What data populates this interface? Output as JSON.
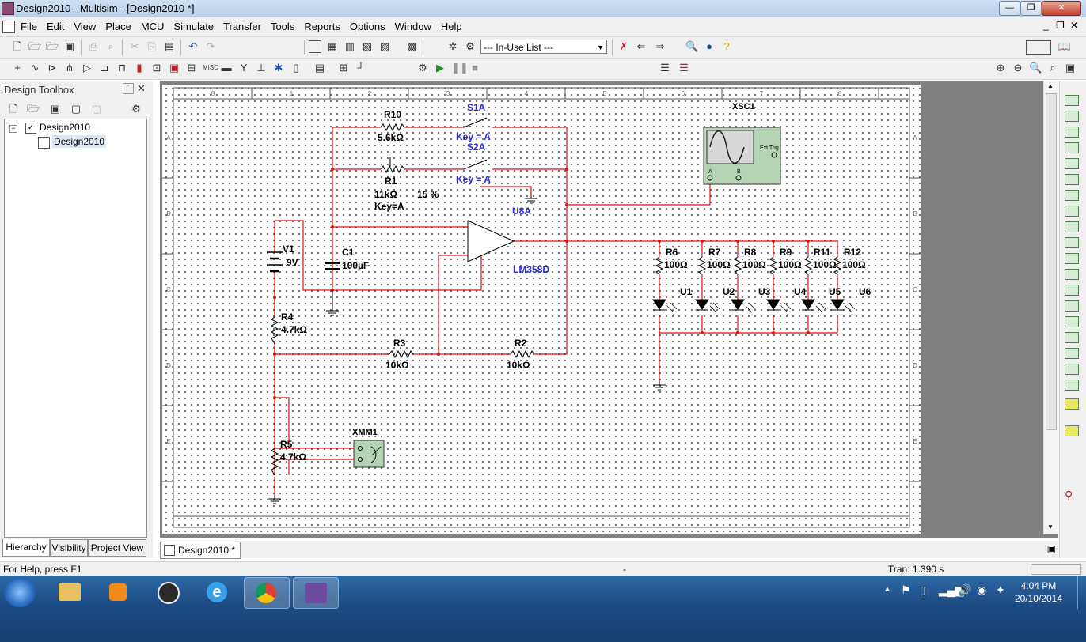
{
  "window": {
    "title": "Design2010 - Multisim - [Design2010 *]"
  },
  "menu": [
    "File",
    "Edit",
    "View",
    "Place",
    "MCU",
    "Simulate",
    "Transfer",
    "Tools",
    "Reports",
    "Options",
    "Window",
    "Help"
  ],
  "toolbar": {
    "inuse_list": "--- In-Use List ---"
  },
  "toolbox": {
    "title": "Design Toolbox",
    "tree_root": "Design2010",
    "tree_child": "Design2010",
    "tabs": [
      "Hierarchy",
      "Visibility",
      "Project View"
    ]
  },
  "schematic": {
    "ruler_top": [
      "0",
      "1",
      "2",
      "3",
      "4",
      "5",
      "6",
      "7",
      "8"
    ],
    "ruler_side": [
      "A",
      "B",
      "C",
      "D",
      "E"
    ],
    "r10": {
      "ref": "R10",
      "value": "5.6kΩ"
    },
    "s1": {
      "ref": "S1A",
      "key": "Key = A"
    },
    "s2": {
      "ref": "S2A",
      "key": "Key = A"
    },
    "r1": {
      "ref": "R1",
      "value": "11kΩ",
      "percent": "15 %",
      "key": "Key=A"
    },
    "u8": {
      "ref": "U8A",
      "part": "LM358D"
    },
    "v1": {
      "ref": "V1",
      "value": "9V"
    },
    "c1": {
      "ref": "C1",
      "value": "100µF"
    },
    "r4": {
      "ref": "R4",
      "value": "4.7kΩ"
    },
    "r3": {
      "ref": "R3",
      "value": "10kΩ"
    },
    "r2": {
      "ref": "R2",
      "value": "10kΩ"
    },
    "r5": {
      "ref": "R5",
      "value": "4.7kΩ"
    },
    "xmm1": {
      "ref": "XMM1"
    },
    "xsc1": {
      "ref": "XSC1",
      "ext_trig": "Ext Trig",
      "a": "A",
      "b": "B"
    },
    "load_resistors": [
      {
        "ref": "R6",
        "value": "100Ω"
      },
      {
        "ref": "R7",
        "value": "100Ω"
      },
      {
        "ref": "R8",
        "value": "100Ω"
      },
      {
        "ref": "R9",
        "value": "100Ω"
      },
      {
        "ref": "R11",
        "value": "100Ω"
      },
      {
        "ref": "R12",
        "value": "100Ω"
      }
    ],
    "leds": [
      "U1",
      "U2",
      "U3",
      "U4",
      "U5",
      "U6"
    ]
  },
  "doc_tab": "Design2010 *",
  "status": {
    "help": "For Help, press F1",
    "mid": "-",
    "tran": "Tran: 1.390 s"
  },
  "clock": {
    "time": "4:04 PM",
    "date": "20/10/2014"
  }
}
